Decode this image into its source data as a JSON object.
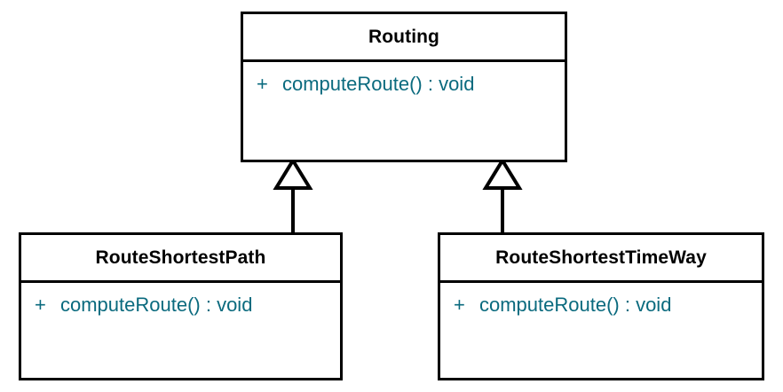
{
  "diagram": {
    "type": "uml-class-diagram",
    "background_color": "#ffffff",
    "line_color": "#000000",
    "title_color": "#000000",
    "member_color": "#0a6a7e",
    "classes": [
      {
        "id": "routing",
        "name": "Routing",
        "members": [
          {
            "visibility": "+",
            "signature": "computeRoute() : void"
          }
        ]
      },
      {
        "id": "route-shortest-path",
        "name": "RouteShortestPath",
        "members": [
          {
            "visibility": "+",
            "signature": "computeRoute() : void"
          }
        ]
      },
      {
        "id": "route-shortest-time-way",
        "name": "RouteShortestTimeWay",
        "members": [
          {
            "visibility": "+",
            "signature": "computeRoute() : void"
          }
        ]
      }
    ],
    "relationships": [
      {
        "kind": "generalization",
        "from": "route-shortest-path",
        "to": "routing"
      },
      {
        "kind": "generalization",
        "from": "route-shortest-time-way",
        "to": "routing"
      }
    ]
  }
}
